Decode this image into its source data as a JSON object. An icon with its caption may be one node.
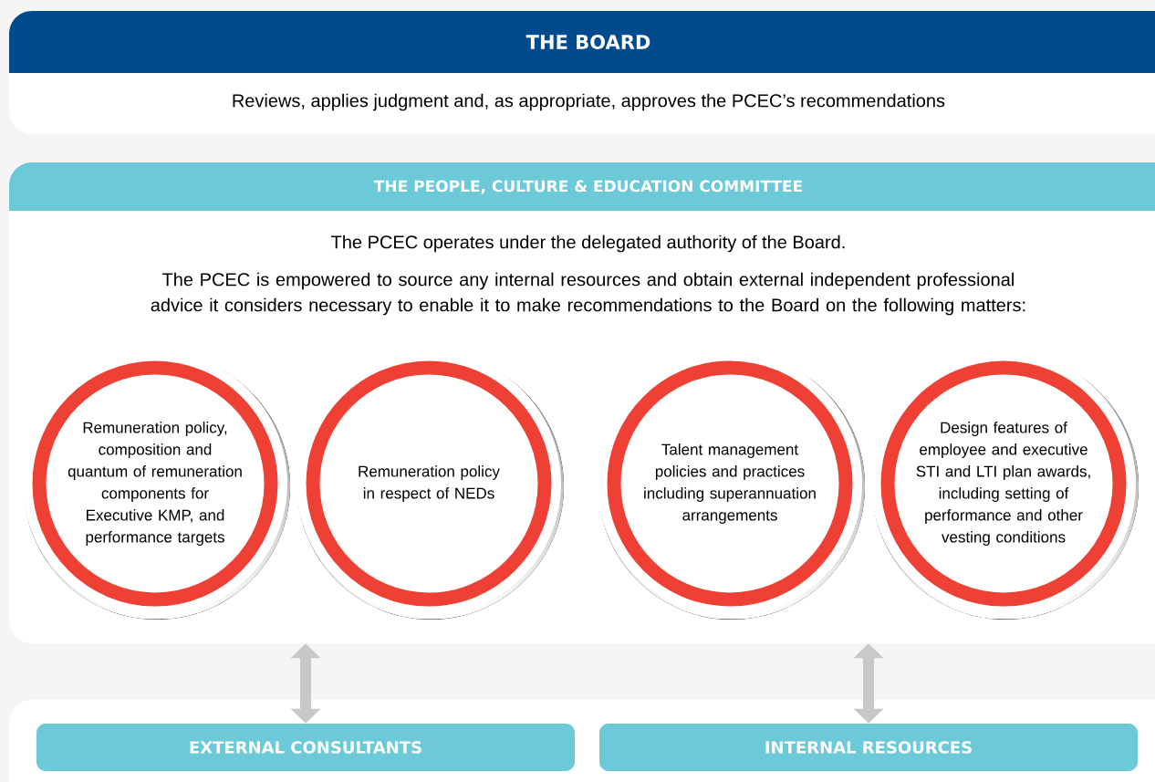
{
  "diagram": {
    "nodes": [
      {
        "text": [
          "THE BOARD",
          "Reviews, applies judgment and, as appropriate, approves the PCEC’s recommendations"
        ]
      },
      {
        "text": [
          "THE PEOPLE, CULTURE & EDUCATION COMMITTEE",
          "The PCEC operates under the delegated authority of the Board.",
          "The PCEC is empowered to source any internal resources and obtain external independent professional advice it considers necessary to enable it to make recommendations to the Board on the following matters:"
        ]
      },
      {
        "text": [
          "Remuneration policy, composition and quantum of remuneration components for Executive KMP, and performance targets"
        ],
        "in": 1
      },
      {
        "text": [
          "Remuneration policy in respect of NEDs"
        ],
        "in": 1
      },
      {
        "text": [
          "Talent management policies and practices including superannuation arrangements"
        ],
        "in": 1
      },
      {
        "text": [
          "Design features of employee and executive STI and LTI plan awards, including setting of performance and other vesting conditions"
        ],
        "in": 1
      },
      {
        "text": [],
        "shape": "box"
      },
      {
        "text": [
          "EXTERNAL CONSULTANTS"
        ],
        "in": 6
      },
      {
        "text": [
          "INTERNAL RESOURCES"
        ],
        "in": 6
      }
    ],
    "edges": [
      {
        "from": 1,
        "to": 7,
        "arrow": "both"
      },
      {
        "from": 1,
        "to": 8,
        "arrow": "both"
      }
    ]
  }
}
